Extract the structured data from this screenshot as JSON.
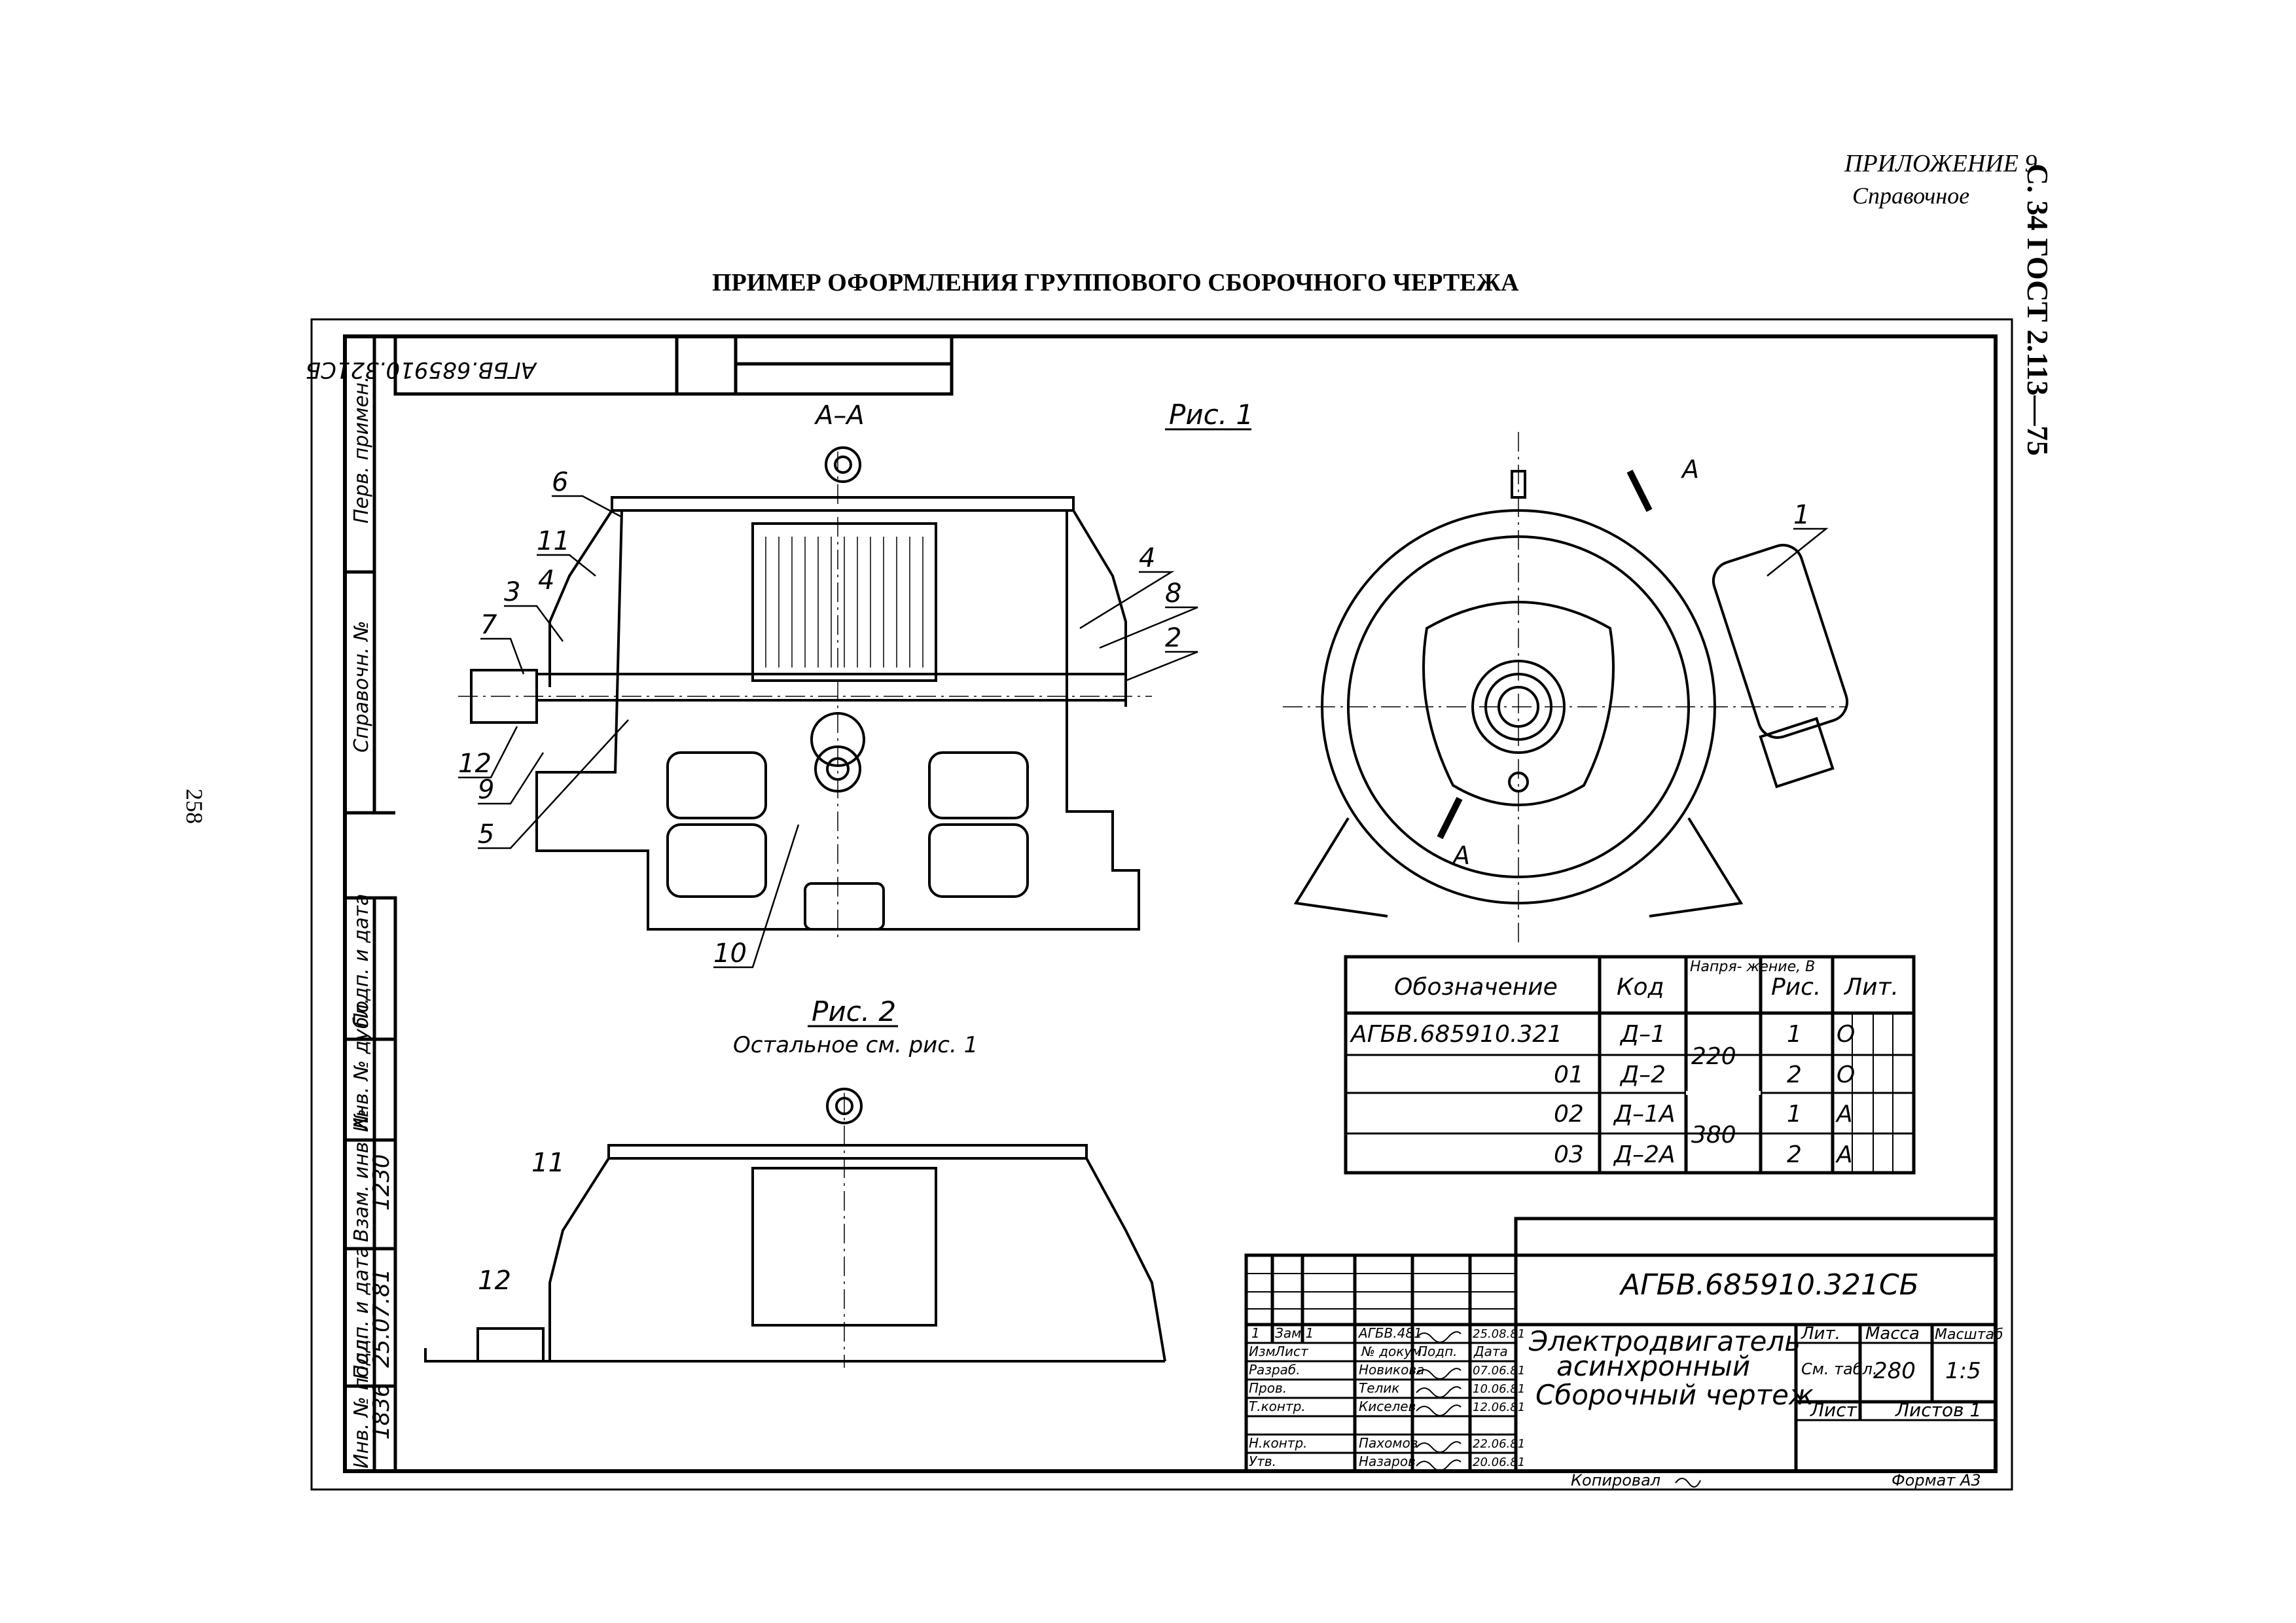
{
  "header": {
    "appendix": "ПРИЛОЖЕНИЕ 9",
    "appendix_type": "Справочное",
    "standard": "С. 34 ГОСТ 2.113—75",
    "page_number": "258",
    "heading": "ПРИМЕР ОФОРМЛЕНИЯ ГРУППОВОГО СБОРОЧНОГО ЧЕРТЕЖА"
  },
  "drawing": {
    "rotated_code": "АГБВ.685910.321СБ",
    "fig1_label": "Рис. 1",
    "fig2_label": "Рис. 2",
    "fig2_note": "Остальное см. рис. 1",
    "section_label": "А–А",
    "section_marker": "А",
    "callouts": [
      "6",
      "11",
      "3",
      "4",
      "7",
      "12",
      "9",
      "5",
      "10",
      "4",
      "8",
      "2",
      "1",
      "11",
      "12"
    ]
  },
  "side_stamp": {
    "perv_primen": "Перв. примен.",
    "sprav_no": "Справочн. №",
    "podp_data_1": "Подп. и дата",
    "inv_dubl": "Инв. № дубл.",
    "vzam_inv": "Взам. инв. №",
    "vzam_inv_value": "1230",
    "podp_data_2": "Подп. и дата",
    "podp_data_2_value": "25.07.81",
    "inv_podl": "Инв. № подл.",
    "inv_podl_value": "1836"
  },
  "variants_table": {
    "headers": [
      "Обозначение",
      "Код",
      "Напря-\nжение, В",
      "Рис.",
      "Лит."
    ],
    "rows": [
      {
        "designation": "АГБВ.685910.321",
        "code": "Д–1",
        "fig": "1",
        "lit": "О"
      },
      {
        "designation": "01",
        "code": "Д–2",
        "fig": "2",
        "lit": "О"
      },
      {
        "designation": "02",
        "code": "Д–1А",
        "fig": "1",
        "lit": "А"
      },
      {
        "designation": "03",
        "code": "Д–2А",
        "fig": "2",
        "lit": "А"
      }
    ],
    "voltages": [
      "220",
      "380"
    ]
  },
  "title_block": {
    "code": "АГБВ.685910.321СБ",
    "name_line1": "Электродвигатель",
    "name_line2": "асинхронный",
    "name_line3": "Сборочный чертеж",
    "lit_label": "Лит.",
    "mass_label": "Масса",
    "scale_label": "Масштаб",
    "mass_value": "280",
    "mass_note": "См. табл.",
    "scale_value": "1:5",
    "sheet_label": "Лист",
    "sheets_label": "Листов 1",
    "change_row": [
      "1",
      "Зам.1",
      "АГБВ.481",
      "25.08.81"
    ],
    "col_headers": [
      "Изм",
      "Лист",
      "№ докум.",
      "Подп.",
      "Дата"
    ],
    "people": [
      {
        "role": "Разраб.",
        "name": "Новикова",
        "date": "07.06.81"
      },
      {
        "role": "Пров.",
        "name": "Телик",
        "date": "10.06.81"
      },
      {
        "role": "Т.контр.",
        "name": "Киселев",
        "date": "12.06.81"
      },
      {
        "role": "Н.контр.",
        "name": "Пахомов",
        "date": "22.06.81"
      },
      {
        "role": "Утв.",
        "name": "Назаров",
        "date": "20.06.81"
      }
    ]
  },
  "footer": {
    "copied": "Копировал",
    "format": "Формат А3"
  }
}
